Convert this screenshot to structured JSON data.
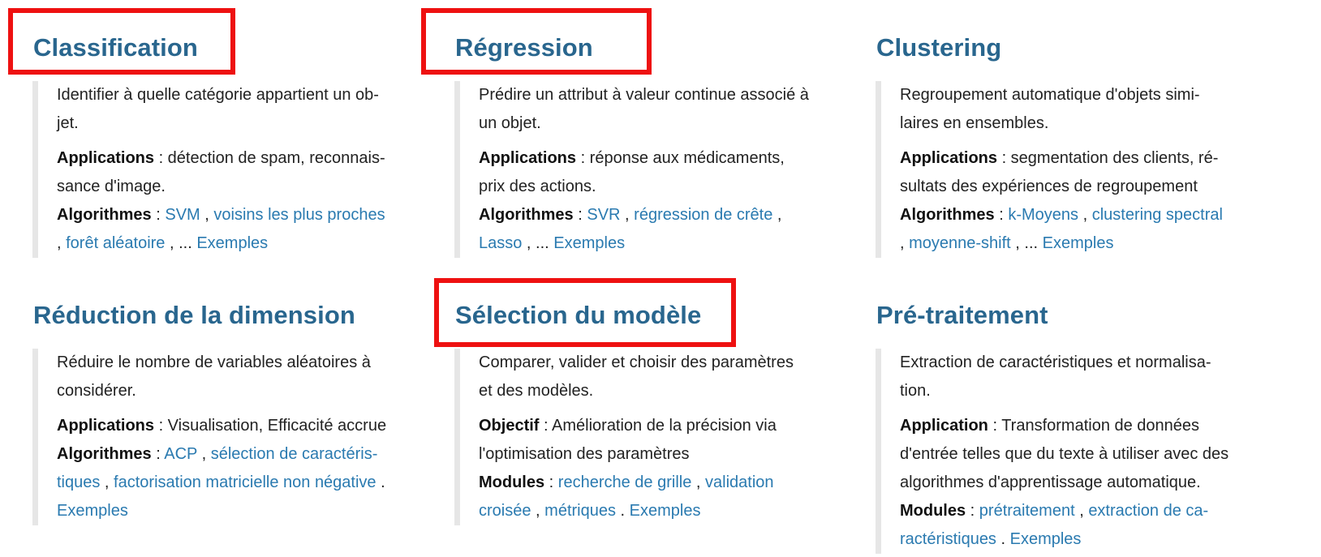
{
  "cards": [
    {
      "title": "Classification",
      "desc_a": "Identifier à quelle catégorie appartient un ob-",
      "desc_b": "jet.",
      "label1": "Applications",
      "text1_a": " : détection de spam, reconnais-",
      "text1_b": "sance d'image.",
      "label2": "Algorithmes",
      "sep": " : ",
      "link1": "SVM",
      "c1": " , ",
      "link2": "voisins les plus proches",
      "c2": ", ",
      "link3": "forêt aléatoire",
      "c3": " , ... ",
      "examples": "Exemples"
    },
    {
      "title": "Régression",
      "desc_a": "Prédire un attribut à valeur continue associé à",
      "desc_b": "un objet.",
      "label1": "Applications",
      "text1_a": " : réponse aux médicaments,",
      "text1_b": "prix des actions.",
      "label2": "Algorithmes",
      "sep": " : ",
      "link1": "SVR",
      "c1": " , ",
      "link2": "régression de crête",
      "c2": " ,",
      "link3": "Lasso",
      "c3": " , ... ",
      "examples": "Exemples"
    },
    {
      "title": "Clustering",
      "desc_a": "Regroupement automatique d'objets simi-",
      "desc_b": "laires en ensembles.",
      "label1": "Applications",
      "text1_a": " : segmentation des clients, ré-",
      "text1_b": "sultats des expériences de regroupement",
      "label2": "Algorithmes",
      "sep": " : ",
      "link1": "k-Moyens",
      "c1": " , ",
      "link2": "clustering spectral",
      "c2": ", ",
      "link3": "moyenne-shift",
      "c3": " , ... ",
      "examples": "Exemples"
    },
    {
      "title": "Réduction de la dimension",
      "desc_a": "Réduire le nombre de variables aléatoires à",
      "desc_b": "considérer.",
      "label1": "Applications",
      "text1": " : Visualisation, Efficacité accrue",
      "label2": "Algorithmes",
      "sep": " : ",
      "link1": "ACP",
      "c1": " , ",
      "link2_a": "sélection de caractéris-",
      "link2_b": "tiques",
      "c2": " , ",
      "link3": "factorisation matricielle non négative",
      "c3": " .",
      "examples": "Exemples"
    },
    {
      "title": "Sélection du modèle",
      "desc_a": "Comparer, valider et choisir des paramètres",
      "desc_b": "et des modèles.",
      "label1": "Objectif",
      "text1_a": " : Amélioration de la précision via",
      "text1_b": "l'optimisation des paramètres",
      "label2": "Modules",
      "sep": " : ",
      "link1": "recherche de grille",
      "c1": " , ",
      "link2_a": "validation",
      "link2_b": "croisée",
      "c2": " , ",
      "link3": "métriques",
      "c3": " . ",
      "examples": "Exemples"
    },
    {
      "title": "Pré-traitement",
      "desc_a": "Extraction de caractéristiques et normalisa-",
      "desc_b": "tion.",
      "label1": "Application",
      "text1_a": " : Transformation de données",
      "text1_b": "d'entrée telles que du texte à utiliser avec des",
      "text1_c": "algorithmes d'apprentissage automatique.",
      "label2": "Modules",
      "sep": " : ",
      "link1": "prétraitement",
      "c1": " , ",
      "link2_a": "extraction de ca-",
      "link2_b": "ractéristiques",
      "c2": " . ",
      "examples": "Exemples"
    }
  ],
  "highlight_color": "#ee1111"
}
